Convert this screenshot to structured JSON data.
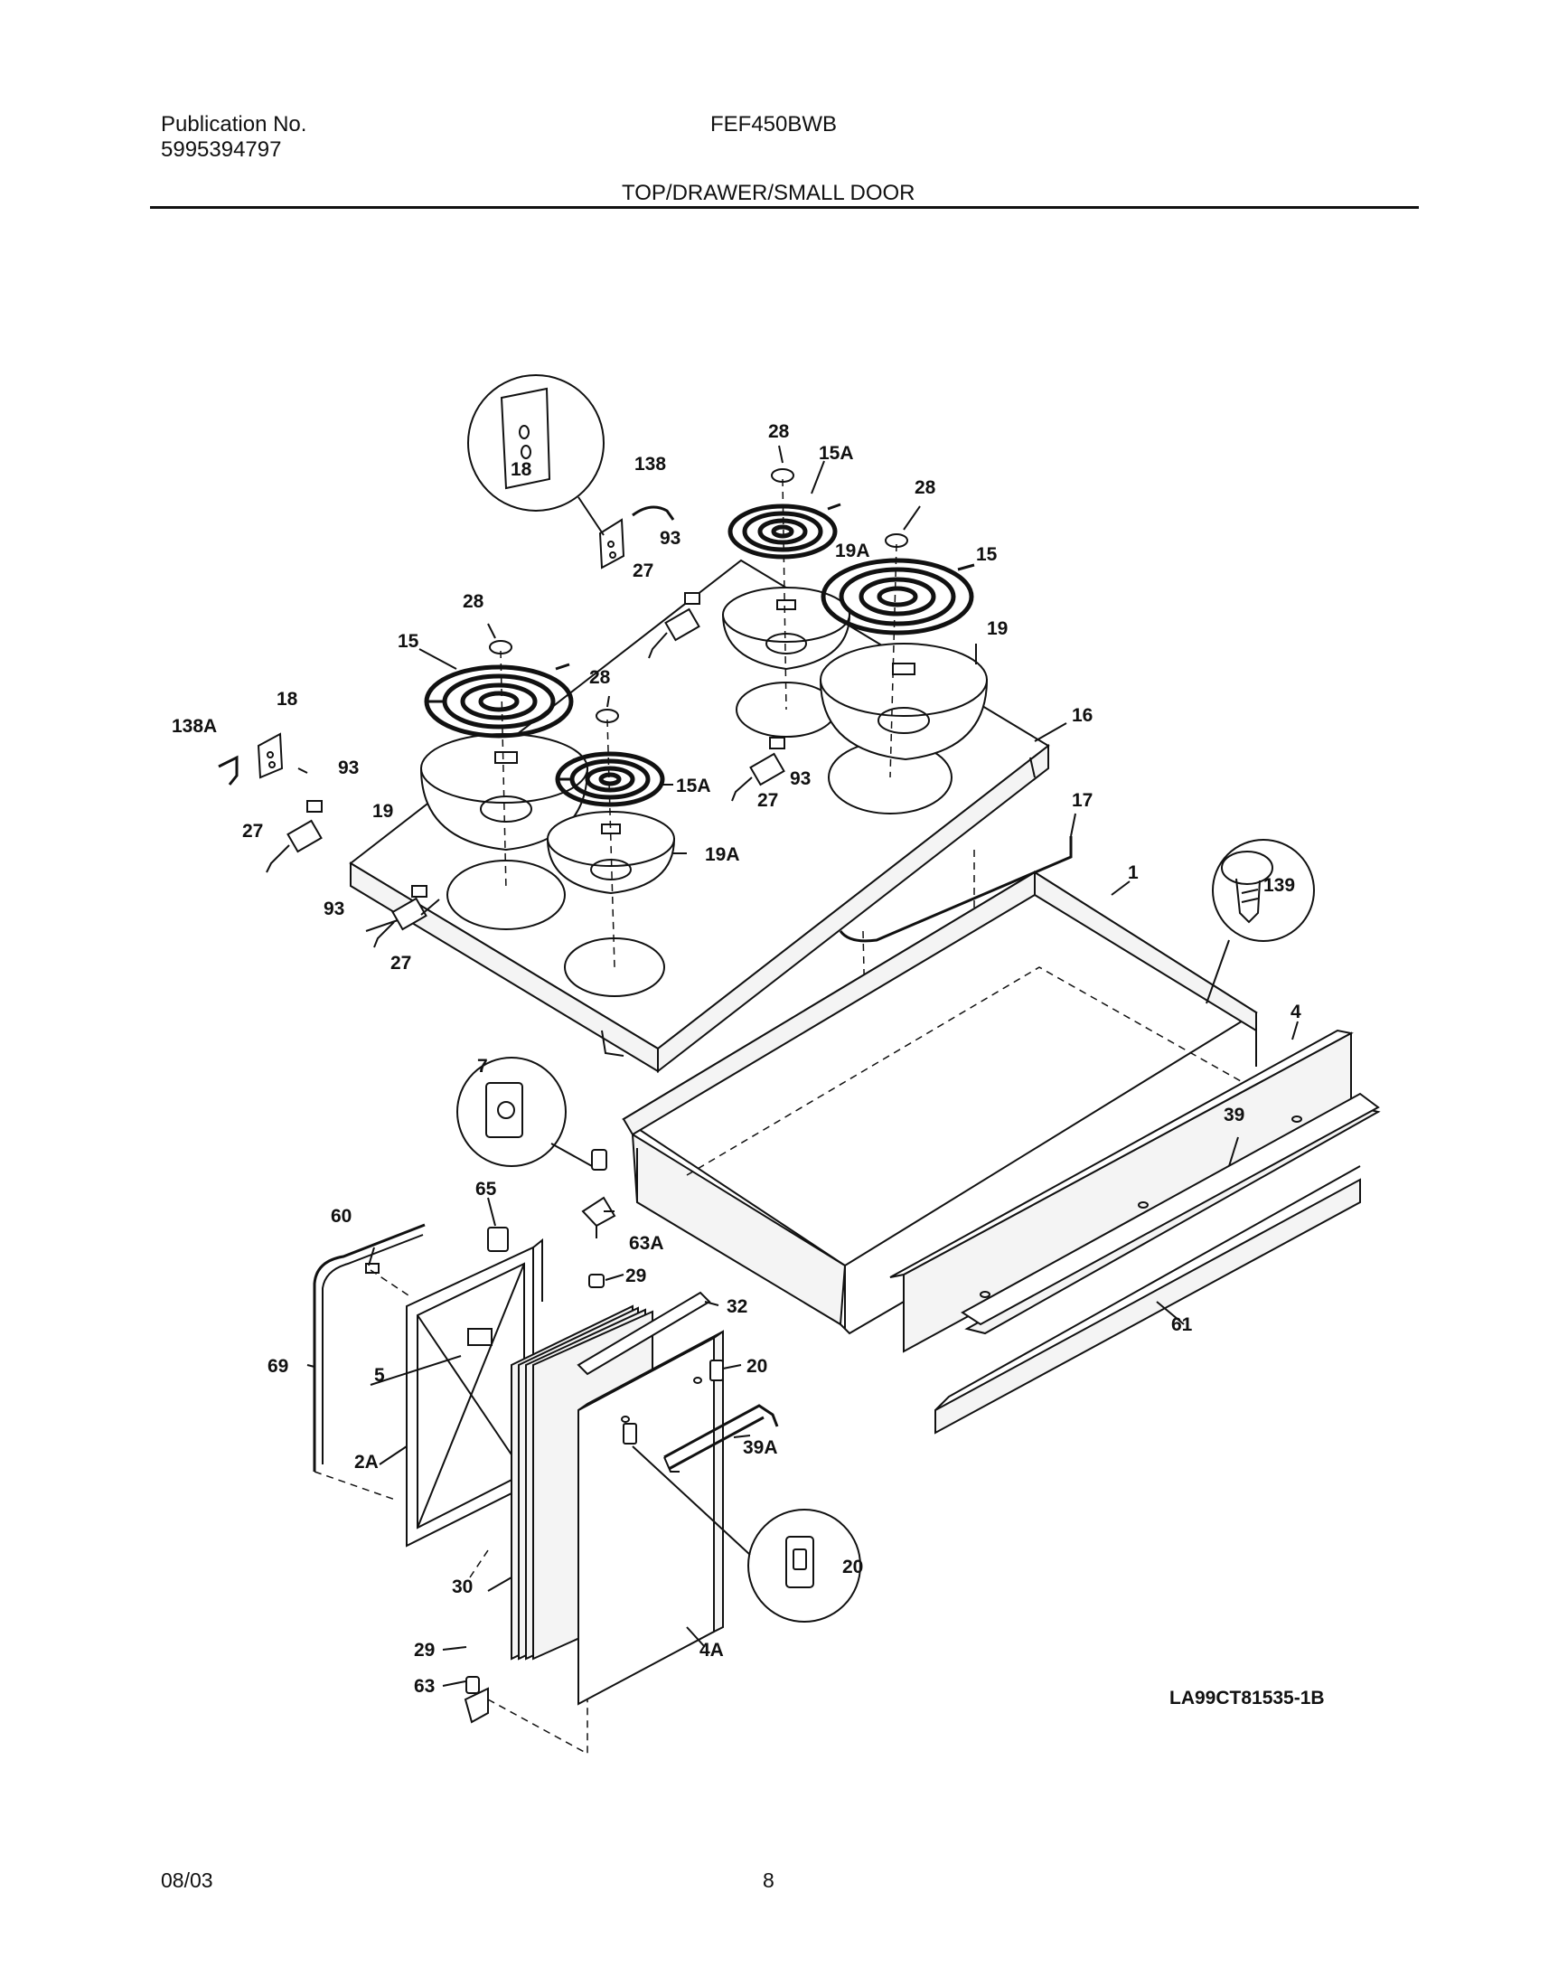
{
  "header": {
    "publication_label": "Publication No.",
    "publication_number": "5995394797",
    "model": "FEF450BWB",
    "section_title": "TOP/DRAWER/SMALL DOOR"
  },
  "footer": {
    "date": "08/03",
    "page": "8"
  },
  "drawing_code": "LA99CT81535-1B",
  "callouts": {
    "c18_detail": "18",
    "c138": "138",
    "c28_a": "28",
    "c15a_a": "15A",
    "c28_b": "28",
    "c93_a": "93",
    "c27_a": "27",
    "c19a_a": "19A",
    "c15_a": "15",
    "c19_a": "19",
    "c28_c": "28",
    "c15_b": "15",
    "c18": "18",
    "c138a": "138A",
    "c93_b": "93",
    "c19_b": "19",
    "c27_b": "27",
    "c28_d": "28",
    "c15a_b": "15A",
    "c19a_b": "19A",
    "c93_c": "93",
    "c27_c": "27",
    "c16": "16",
    "c93_d": "93",
    "c27_d": "27",
    "c17": "17",
    "c1": "1",
    "c139": "139",
    "c4": "4",
    "c7": "7",
    "c39": "39",
    "c65": "65",
    "c60": "60",
    "c63a": "63A",
    "c29_a": "29",
    "c32": "32",
    "c69": "69",
    "c5": "5",
    "c20_a": "20",
    "c39a": "39A",
    "c2a": "2A",
    "c20_b": "20",
    "c30": "30",
    "c61": "61",
    "c29_b": "29",
    "c4a": "4A",
    "c63": "63"
  }
}
